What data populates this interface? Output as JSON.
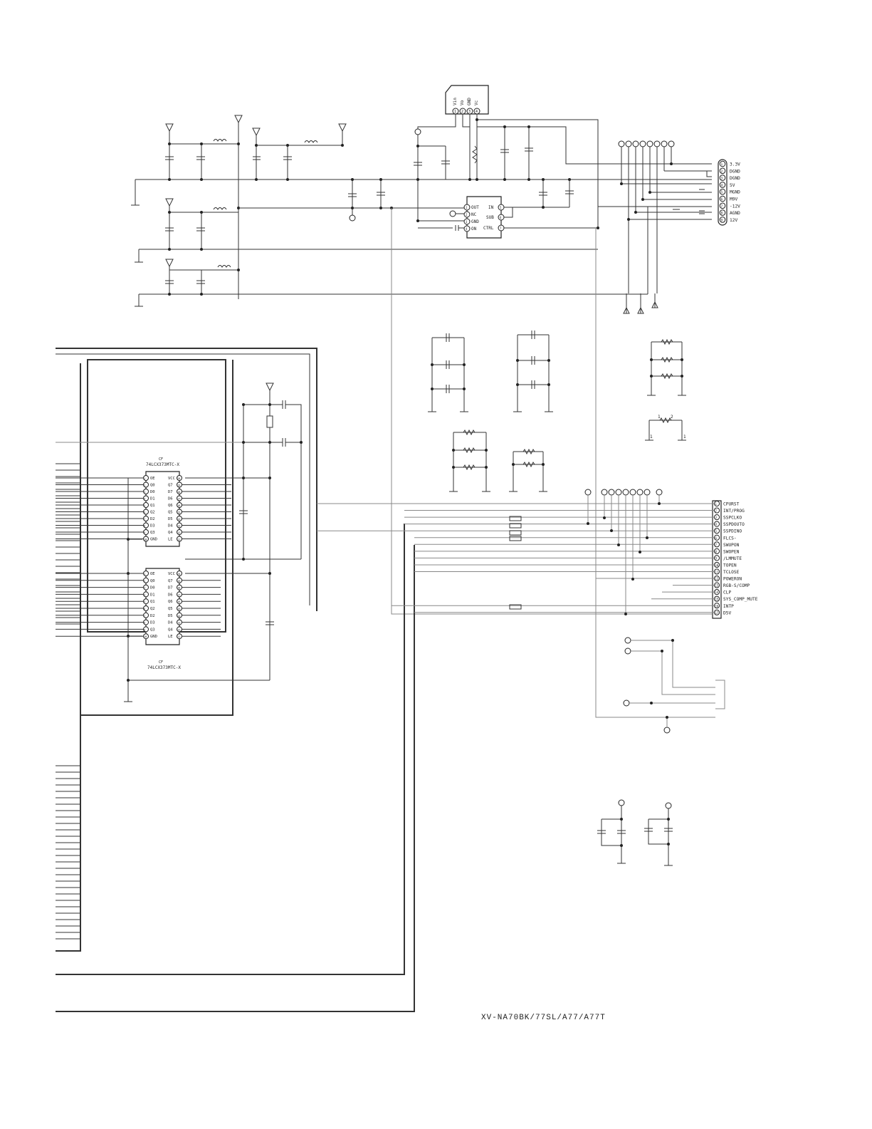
{
  "regulator_top": {
    "pins": [
      "Vin",
      "Vo",
      "GND",
      "Vc"
    ],
    "pin_numbers": [
      "1",
      "2",
      "3",
      "4"
    ]
  },
  "regulator_mid": {
    "left_pins": [
      {
        "num": "1",
        "name": "OUT"
      },
      {
        "num": "2",
        "name": "NC"
      },
      {
        "num": "3",
        "name": "GND"
      },
      {
        "num": "4",
        "name": "ON"
      }
    ],
    "right_pins": [
      {
        "num": "5",
        "name": "IN"
      },
      {
        "num": "6",
        "name": "SUB"
      },
      {
        "num": "7",
        "name": "CTRL"
      }
    ]
  },
  "power_connector": {
    "pins": [
      {
        "num": "1",
        "label": "3.3V"
      },
      {
        "num": "2",
        "label": "DGND"
      },
      {
        "num": "3",
        "label": "DGND"
      },
      {
        "num": "4",
        "label": "5V"
      },
      {
        "num": "5",
        "label": "MGND"
      },
      {
        "num": "6",
        "label": "M9V"
      },
      {
        "num": "7",
        "label": "-12V"
      },
      {
        "num": "8",
        "label": "AGND"
      },
      {
        "num": "9",
        "label": "12V"
      }
    ]
  },
  "signal_connector": {
    "pins": [
      {
        "num": "1",
        "label": "CPURST"
      },
      {
        "num": "2",
        "label": "INT/PROG"
      },
      {
        "num": "3",
        "label": "SSPCLKO"
      },
      {
        "num": "4",
        "label": "SSPDOUTO"
      },
      {
        "num": "5",
        "label": "SSPDINO"
      },
      {
        "num": "6",
        "label": "FLCS-"
      },
      {
        "num": "7",
        "label": "SWUPON"
      },
      {
        "num": "8",
        "label": "SWOPEN"
      },
      {
        "num": "9",
        "label": "/LMMUTE"
      },
      {
        "num": "10",
        "label": "TOPEN"
      },
      {
        "num": "11",
        "label": "TCLOSE"
      },
      {
        "num": "12",
        "label": "POWERON"
      },
      {
        "num": "13",
        "label": "RGB-S/COMP"
      },
      {
        "num": "14",
        "label": "CLP"
      },
      {
        "num": "15",
        "label": "SYS_COMP_MUTE"
      },
      {
        "num": "16",
        "label": "INTP"
      },
      {
        "num": "17",
        "label": "D5V"
      }
    ]
  },
  "latch_ic_1": {
    "ref": "CF",
    "part": "74LCX373MTC-X",
    "left_pins": [
      {
        "num": "1",
        "name": "OE"
      },
      {
        "num": "2",
        "name": "Q0"
      },
      {
        "num": "3",
        "name": "D0"
      },
      {
        "num": "4",
        "name": "D1"
      },
      {
        "num": "5",
        "name": "Q1"
      },
      {
        "num": "6",
        "name": "Q2"
      },
      {
        "num": "7",
        "name": "D2"
      },
      {
        "num": "8",
        "name": "D3"
      },
      {
        "num": "9",
        "name": "Q3"
      },
      {
        "num": "10",
        "name": "GND"
      }
    ],
    "right_pins": [
      {
        "num": "20",
        "name": "VCC"
      },
      {
        "num": "19",
        "name": "Q7"
      },
      {
        "num": "18",
        "name": "D7"
      },
      {
        "num": "17",
        "name": "D6"
      },
      {
        "num": "16",
        "name": "Q6"
      },
      {
        "num": "15",
        "name": "Q5"
      },
      {
        "num": "14",
        "name": "D5"
      },
      {
        "num": "13",
        "name": "D4"
      },
      {
        "num": "12",
        "name": "Q4"
      },
      {
        "num": "11",
        "name": "LE"
      }
    ]
  },
  "latch_ic_2": {
    "ref": "CF",
    "part": "74LCX373MTC-X",
    "left_pins": [
      {
        "num": "1",
        "name": "OE"
      },
      {
        "num": "2",
        "name": "Q0"
      },
      {
        "num": "3",
        "name": "D0"
      },
      {
        "num": "4",
        "name": "D1"
      },
      {
        "num": "5",
        "name": "Q1"
      },
      {
        "num": "6",
        "name": "Q2"
      },
      {
        "num": "7",
        "name": "D2"
      },
      {
        "num": "8",
        "name": "D3"
      },
      {
        "num": "9",
        "name": "Q3"
      },
      {
        "num": "10",
        "name": "GND"
      }
    ],
    "right_pins": [
      {
        "num": "20",
        "name": "VCC"
      },
      {
        "num": "19",
        "name": "Q7"
      },
      {
        "num": "18",
        "name": "D7"
      },
      {
        "num": "17",
        "name": "D6"
      },
      {
        "num": "16",
        "name": "Q6"
      },
      {
        "num": "15",
        "name": "Q5"
      },
      {
        "num": "14",
        "name": "D5"
      },
      {
        "num": "13",
        "name": "D4"
      },
      {
        "num": "12",
        "name": "Q4"
      },
      {
        "num": "11",
        "name": "LE"
      }
    ]
  },
  "resistor_pin_labels": [
    "1",
    "2",
    "1",
    "1"
  ],
  "footer": {
    "model": "XV-NA70BK/77SL/A77/A77T"
  }
}
